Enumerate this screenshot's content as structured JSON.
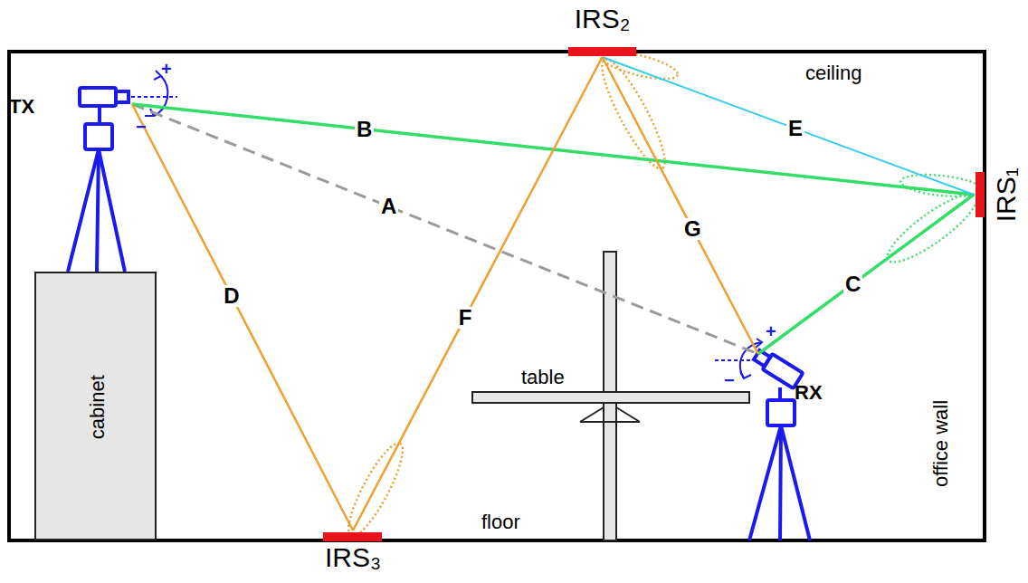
{
  "diagram": {
    "nodes": [
      {
        "text": [
          "IRS₂"
        ]
      },
      {
        "text": [
          "TX"
        ]
      },
      {
        "text": [
          "IRS₁"
        ]
      },
      {
        "text": [
          "cabinet"
        ]
      },
      {
        "text": [
          "RX"
        ]
      },
      {
        "text": [
          "IRS₃"
        ]
      }
    ],
    "edges": [
      {
        "from": 1,
        "to": 4,
        "label": "A",
        "arrow": "none"
      },
      {
        "from": 1,
        "to": 2,
        "label": "B",
        "arrow": "none"
      },
      {
        "from": 2,
        "to": 4,
        "label": "C",
        "arrow": "none"
      },
      {
        "from": 1,
        "to": 5,
        "label": "D",
        "arrow": "none"
      },
      {
        "from": 0,
        "to": 2,
        "label": "E",
        "arrow": "none"
      },
      {
        "from": 5,
        "to": 0,
        "label": "F",
        "arrow": "none"
      },
      {
        "from": 0,
        "to": 4,
        "label": "G",
        "arrow": "none"
      }
    ],
    "labels": [
      "ceiling",
      "floor",
      "office wall",
      "table",
      "+",
      "−",
      "+",
      "−"
    ]
  }
}
